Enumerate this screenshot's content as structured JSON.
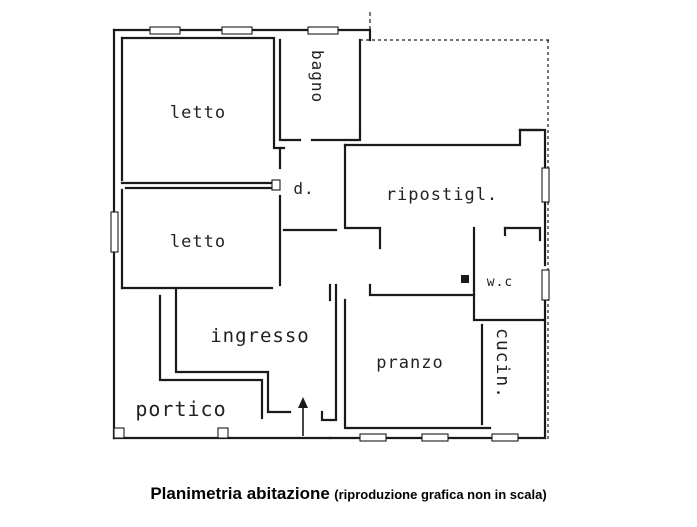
{
  "rooms": {
    "letto_top": "letto",
    "bagno": "bagno",
    "disimpegno": "d.",
    "ripostiglio": "ripostigl.",
    "letto": "letto",
    "wc": "w.c",
    "ingresso": "ingresso",
    "pranzo": "pranzo",
    "cucina": "cucin.",
    "portico": "portico"
  },
  "caption": {
    "title": "Planimetria abitazione",
    "note": "(riproduzione grafica non in scala)"
  },
  "colors": {
    "ink": "#1a1a1a",
    "background": "#ffffff"
  }
}
